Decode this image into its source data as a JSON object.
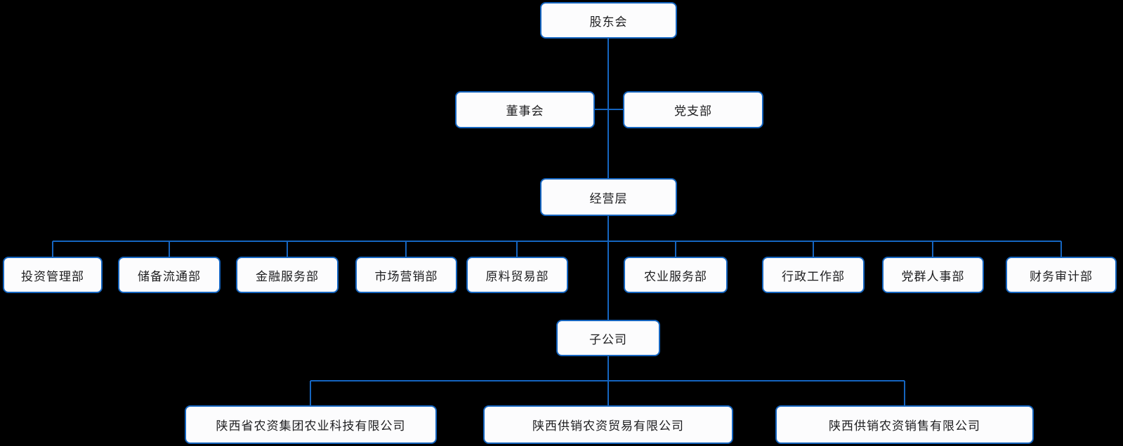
{
  "org": {
    "root": {
      "label": "股东会"
    },
    "level2": [
      {
        "label": "董事会"
      },
      {
        "label": "党支部"
      }
    ],
    "management": {
      "label": "经营层"
    },
    "departments": [
      {
        "label": "投资管理部"
      },
      {
        "label": "储备流通部"
      },
      {
        "label": "金融服务部"
      },
      {
        "label": "市场营销部"
      },
      {
        "label": "原料贸易部"
      },
      {
        "label": "农业服务部"
      },
      {
        "label": "行政工作部"
      },
      {
        "label": "党群人事部"
      },
      {
        "label": "财务审计部"
      }
    ],
    "subsidiary_group": {
      "label": "子公司"
    },
    "subsidiaries": [
      {
        "label": "陕西省农资集团农业科技有限公司"
      },
      {
        "label": "陕西供销农资贸易有限公司"
      },
      {
        "label": "陕西供销农资销售有限公司"
      }
    ],
    "colors": {
      "background": "#000000",
      "line": "#1565c0",
      "box_border": "#1565c0",
      "box_fill": "#fcfcfd",
      "text": "#1d1d1f"
    }
  }
}
